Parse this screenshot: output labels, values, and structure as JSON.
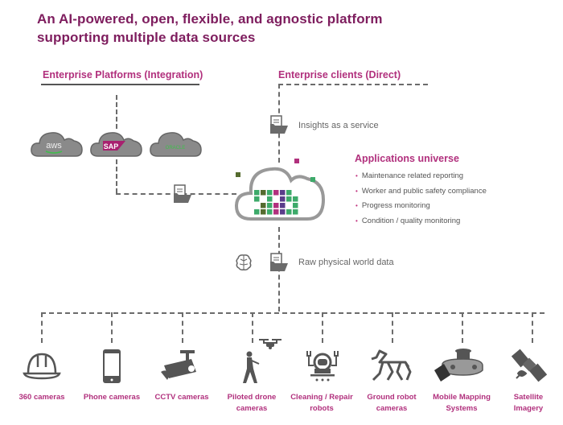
{
  "title": {
    "line1": "An AI-powered, open, flexible, and agnostic platform",
    "line2": "supporting multiple data sources"
  },
  "enterprise_platforms": {
    "heading": "Enterprise Platforms (Integration)",
    "clouds": [
      {
        "label": "aws",
        "icon": "aws-cloud-icon"
      },
      {
        "label": "SAP",
        "icon": "sap-cloud-icon"
      },
      {
        "label": "ORACLE",
        "icon": "oracle-cloud-icon"
      }
    ]
  },
  "enterprise_clients": {
    "heading": "Enterprise clients (Direct)",
    "insights_label": "Insights as a service"
  },
  "applications": {
    "heading": "Applications universe",
    "items": [
      "Maintenance related reporting",
      "Worker and public safety compliance",
      "Progress monitoring",
      "Condition / quality monitoring"
    ]
  },
  "raw_data_label": "Raw physical world data",
  "sources": [
    {
      "line1": "360 cameras",
      "line2": "",
      "icon": "hard-hat-icon"
    },
    {
      "line1": "Phone cameras",
      "line2": "",
      "icon": "smartphone-icon"
    },
    {
      "line1": "CCTV cameras",
      "line2": "",
      "icon": "cctv-camera-icon"
    },
    {
      "line1": "Piloted drone",
      "line2": "cameras",
      "icon": "drone-pilot-icon"
    },
    {
      "line1": "Cleaning / Repair",
      "line2": "robots",
      "icon": "cleaning-robot-icon"
    },
    {
      "line1": "Ground robot",
      "line2": "cameras",
      "icon": "robot-dog-icon"
    },
    {
      "line1": "Mobile Mapping",
      "line2": "Systems",
      "icon": "mapping-scanner-icon"
    },
    {
      "line1": "Satellite",
      "line2": "Imagery",
      "icon": "satellite-icon"
    }
  ],
  "colors": {
    "title": "#7e1d5e",
    "accent": "#b1307d",
    "connector": "#6b6b6b",
    "cloud": "#8a8a8a",
    "tile_green": "#3daa6a",
    "tile_olive": "#556b2f",
    "tile_magenta": "#b1307d",
    "tile_purple": "#5a3d8a"
  }
}
